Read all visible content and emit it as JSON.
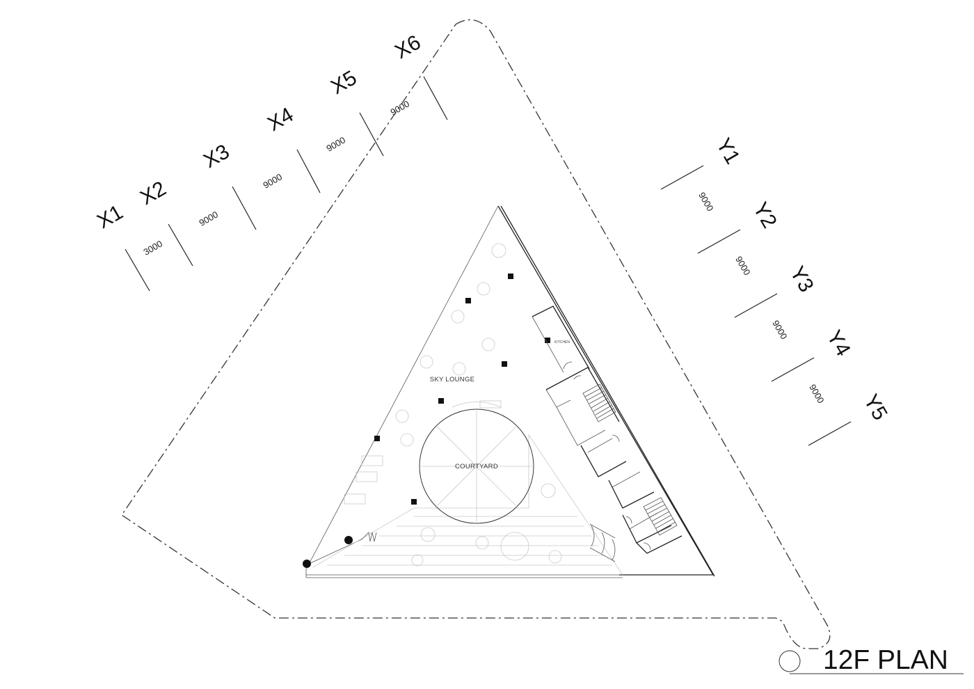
{
  "drawing": {
    "title": "12F PLAN",
    "grid_x": {
      "labels": [
        "X1",
        "X2",
        "X3",
        "X4",
        "X5",
        "X6"
      ],
      "spacings": [
        "3000",
        "9000",
        "9000",
        "9000",
        "9000"
      ]
    },
    "grid_y": {
      "labels": [
        "Y1",
        "Y2",
        "Y3",
        "Y4",
        "Y5"
      ],
      "spacings": [
        "9000",
        "9000",
        "9000",
        "9000"
      ]
    },
    "rooms": {
      "sky_lounge": "SKY LOUNGE",
      "courtyard": "COURTYARD",
      "kitchen": "KITCHEN"
    },
    "colors": {
      "line": "#222222",
      "background": "#ffffff"
    }
  }
}
